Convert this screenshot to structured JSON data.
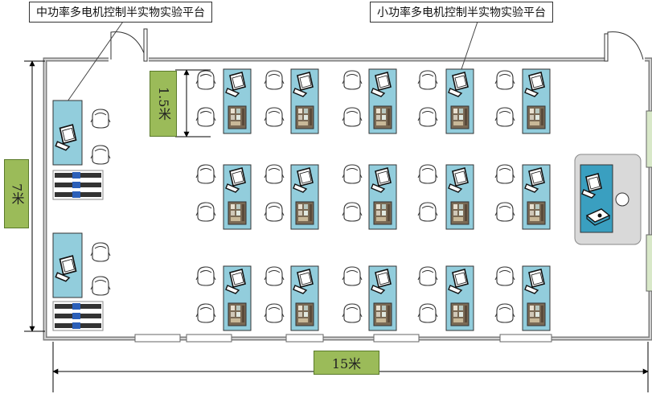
{
  "labels": {
    "low_power_platform": "中功率多电机控制半实物实验平台",
    "small_power_platform": "小功率多电机控制半实物实验平台"
  },
  "dimensions": {
    "width": "15米",
    "height": "7米",
    "spacing": "1.5米"
  },
  "colors": {
    "wall": "#888888",
    "desk": "#92cddc",
    "dimension_box": "#9bbb59",
    "podium": "#d9d9d9"
  }
}
